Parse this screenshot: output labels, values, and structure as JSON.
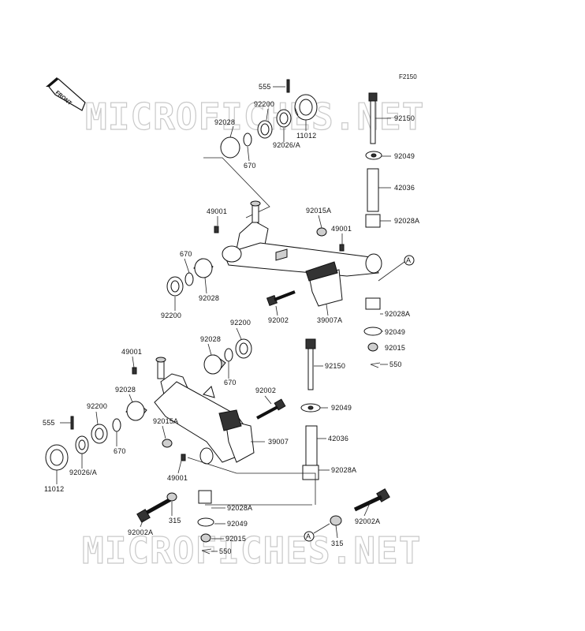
{
  "diagram_code": "F2150",
  "watermark": "MICROFICHES.NET",
  "front_badge": "FRONT",
  "callout_marker": "A",
  "labels": {
    "l555_top": "555",
    "l92200_top": "92200",
    "l92028_top": "92028",
    "l92026a_top": "92026/A",
    "l11012_top": "11012",
    "l670_top": "670",
    "l92150_top": "92150",
    "l92049_top": "92049",
    "l42036_top": "42036",
    "l92028a_top": "92028A",
    "l49001_top_left": "49001",
    "l92015a_top": "92015A",
    "l49001_top_right": "49001",
    "l670_mid": "670",
    "l92028_mid": "92028",
    "l92200_mid": "92200",
    "l92002_mid": "92002",
    "l39007a": "39007A",
    "l92028a_mid": "92028A",
    "l92049_mid": "92049",
    "l92015_mid": "92015",
    "l550_mid": "550",
    "l92200_low": "92200",
    "l92028_low": "92028",
    "l49001_low": "49001",
    "l670_low_right": "670",
    "l92028_low_left": "92028",
    "l92002_low": "92002",
    "l92150_low": "92150",
    "l92200_low_left": "92200",
    "l555_low": "555",
    "l92015a_low": "92015A",
    "l39007": "39007",
    "l92049_low": "92049",
    "l42036_low": "42036",
    "l670_low_left": "670",
    "l92026a_low": "92026/A",
    "l49001_low2": "49001",
    "l92028a_low": "92028A",
    "l11012_low": "11012",
    "l92028a_bottom": "92028A",
    "l92049_bottom": "92049",
    "l92015_bottom": "92015",
    "l550_bottom": "550",
    "l92002a_left": "92002A",
    "l315_left": "315",
    "l92002a_right": "92002A",
    "l315_right": "315"
  }
}
